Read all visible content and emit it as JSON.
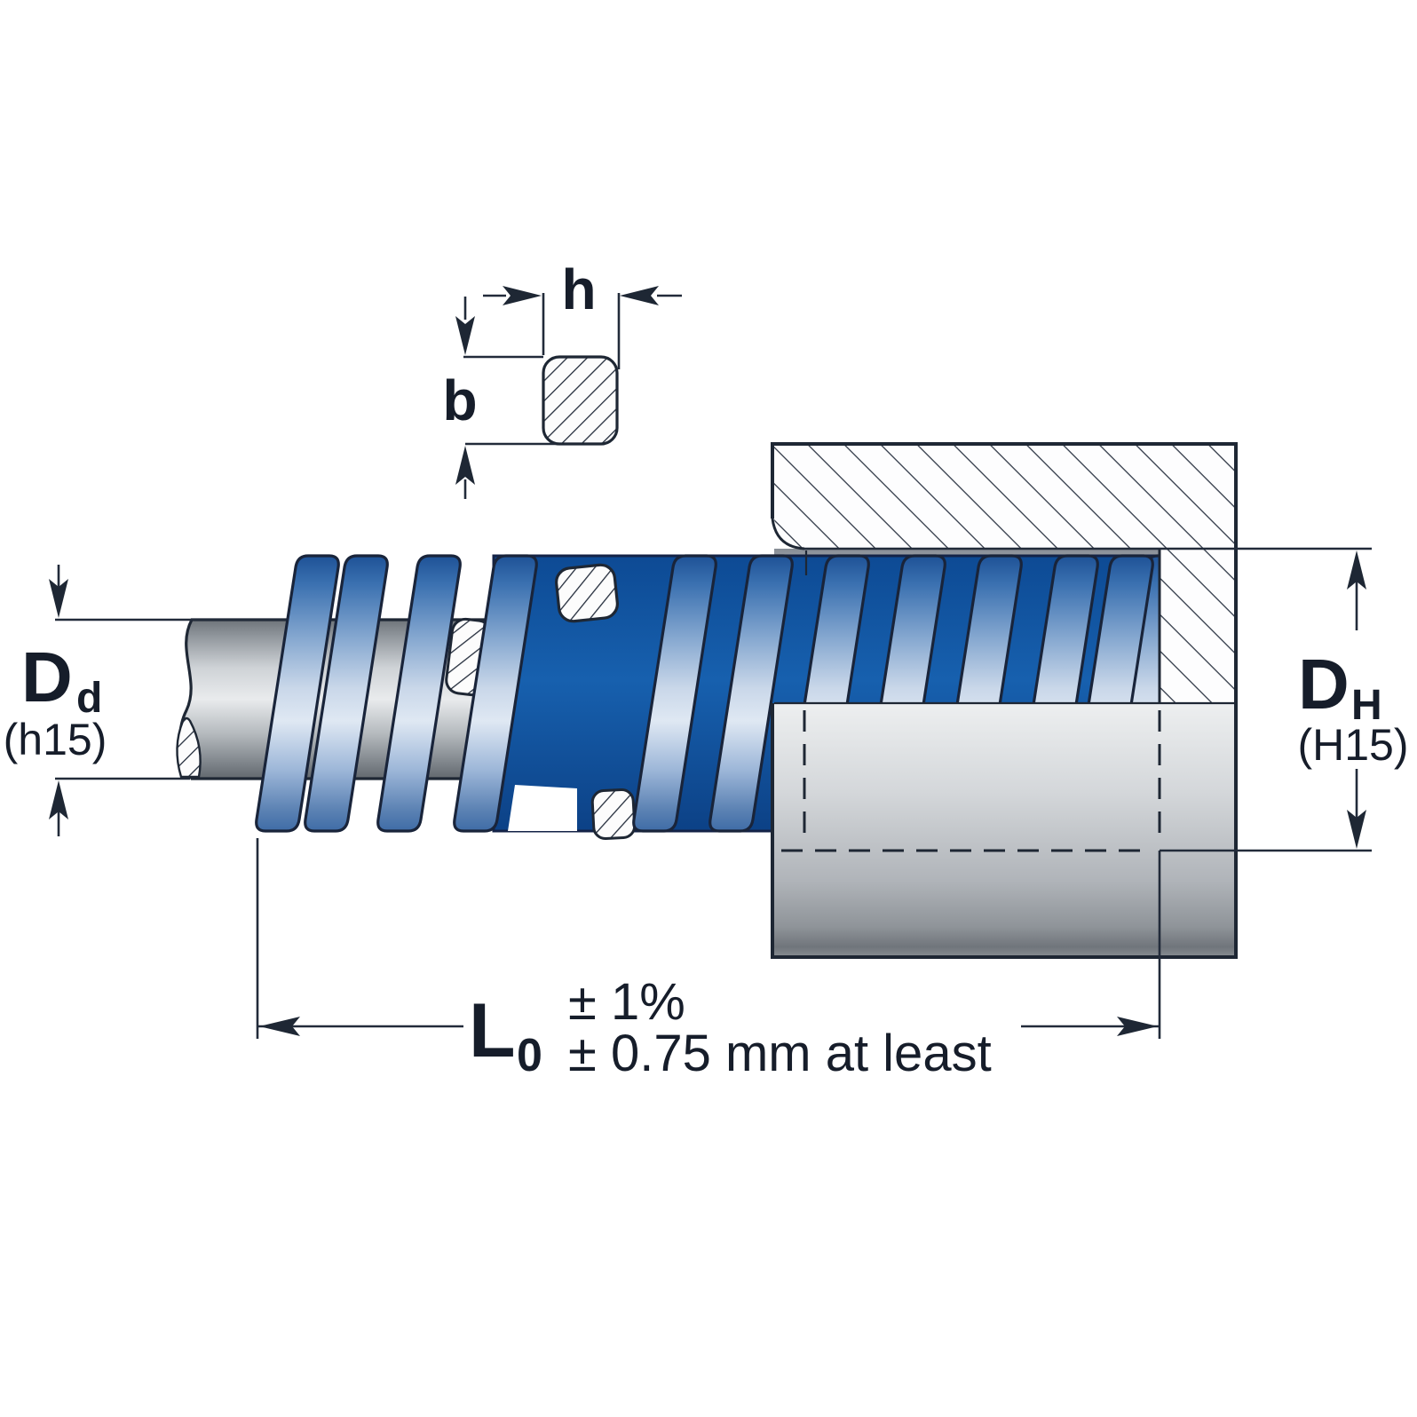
{
  "diagram": {
    "description": "Die spring technical drawing with rod, housing bore and dimension callouts",
    "wire_section": {
      "width_label": "h",
      "height_label": "b"
    },
    "rod": {
      "symbol": "D",
      "subscript": "d",
      "tolerance": "(h15)"
    },
    "bore": {
      "symbol": "D",
      "subscript": "H",
      "tolerance": "(H15)"
    },
    "free_length": {
      "symbol": "L",
      "subscript": "0",
      "tol_percent": "± 1%",
      "tol_absolute": "± 0.75 mm at least"
    },
    "colors": {
      "spring_blue": "#1f5fae",
      "spring_dark_blue": "#0d4a94",
      "metal_gray": "#c2c6ca",
      "hatch_line": "#232c3b",
      "outline": "#1e2734"
    }
  }
}
